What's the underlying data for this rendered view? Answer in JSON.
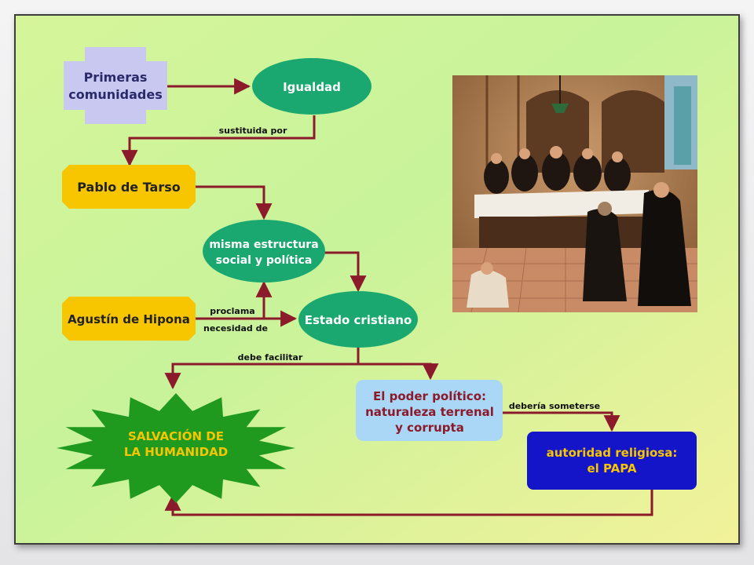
{
  "nodes": {
    "primeras": "Primeras comunidades",
    "primeras_l1": "Primeras",
    "primeras_l2": "comunidades",
    "igualdad": "Igualdad",
    "pablo": "Pablo de Tarso",
    "misma_l1": "misma estructura",
    "misma_l2": "social y política",
    "agustin": "Agustín de Hipona",
    "estado": "Estado cristiano",
    "salvacion_l1": "SALVACIÓN DE",
    "salvacion_l2": "LA HUMANIDAD",
    "poder_l1": "El poder político:",
    "poder_l2": "naturaleza terrenal",
    "poder_l3": "y corrupta",
    "autoridad_l1": "autoridad religiosa:",
    "autoridad_l2": "el PAPA"
  },
  "edges": {
    "sustituida": "sustituida por",
    "proclama": "proclama",
    "necesidad": "necesidad de",
    "debe": "debe facilitar",
    "deberia": "debería someterse"
  },
  "colors": {
    "arrow": "#8b1a2b",
    "lavender": "#c9c8f1",
    "green_node": "#1aa870",
    "gold": "#f7c600",
    "star_green": "#1f9a1f",
    "light_blue": "#a9d7f5",
    "royal_blue": "#1414c8"
  },
  "image": {
    "subject": "medieval-monks-painting"
  }
}
